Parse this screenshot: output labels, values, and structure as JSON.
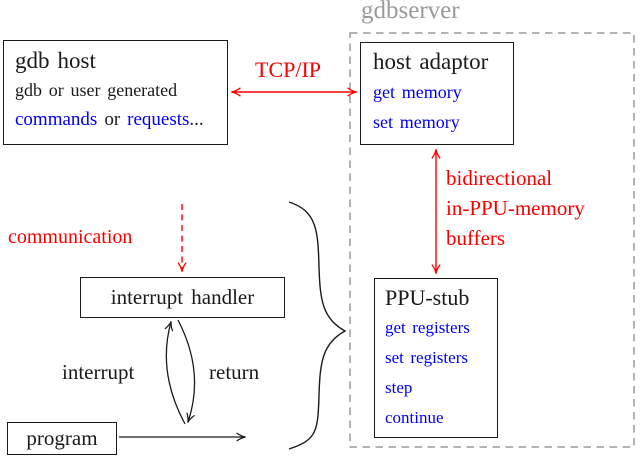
{
  "colors": {
    "red": "#f70000",
    "blue": "#0000ee",
    "gray": "#9a9a9a",
    "ink": "#1a1a1a"
  },
  "server": {
    "label": "gdbserver"
  },
  "boxes": {
    "gdb_host": {
      "title": "gdb host",
      "subtitle": "gdb or user generated",
      "cmd_word": "commands",
      "or_word": " or ",
      "req_word": "requests",
      "ellipsis": "..."
    },
    "host_adaptor": {
      "title": "host adaptor",
      "items": [
        "get memory",
        "set memory"
      ]
    },
    "ppu_stub": {
      "title": "PPU-stub",
      "items": [
        "get registers",
        "set registers",
        "step",
        "continue"
      ]
    },
    "interrupt_handler": {
      "title": "interrupt handler"
    },
    "program": {
      "title": "program"
    }
  },
  "labels": {
    "tcp_ip": "TCP/IP",
    "buffers_lines": [
      "bidirectional",
      "in-PPU-memory",
      "buffers"
    ],
    "communication": "communication",
    "interrupt": "interrupt",
    "return": "return"
  }
}
